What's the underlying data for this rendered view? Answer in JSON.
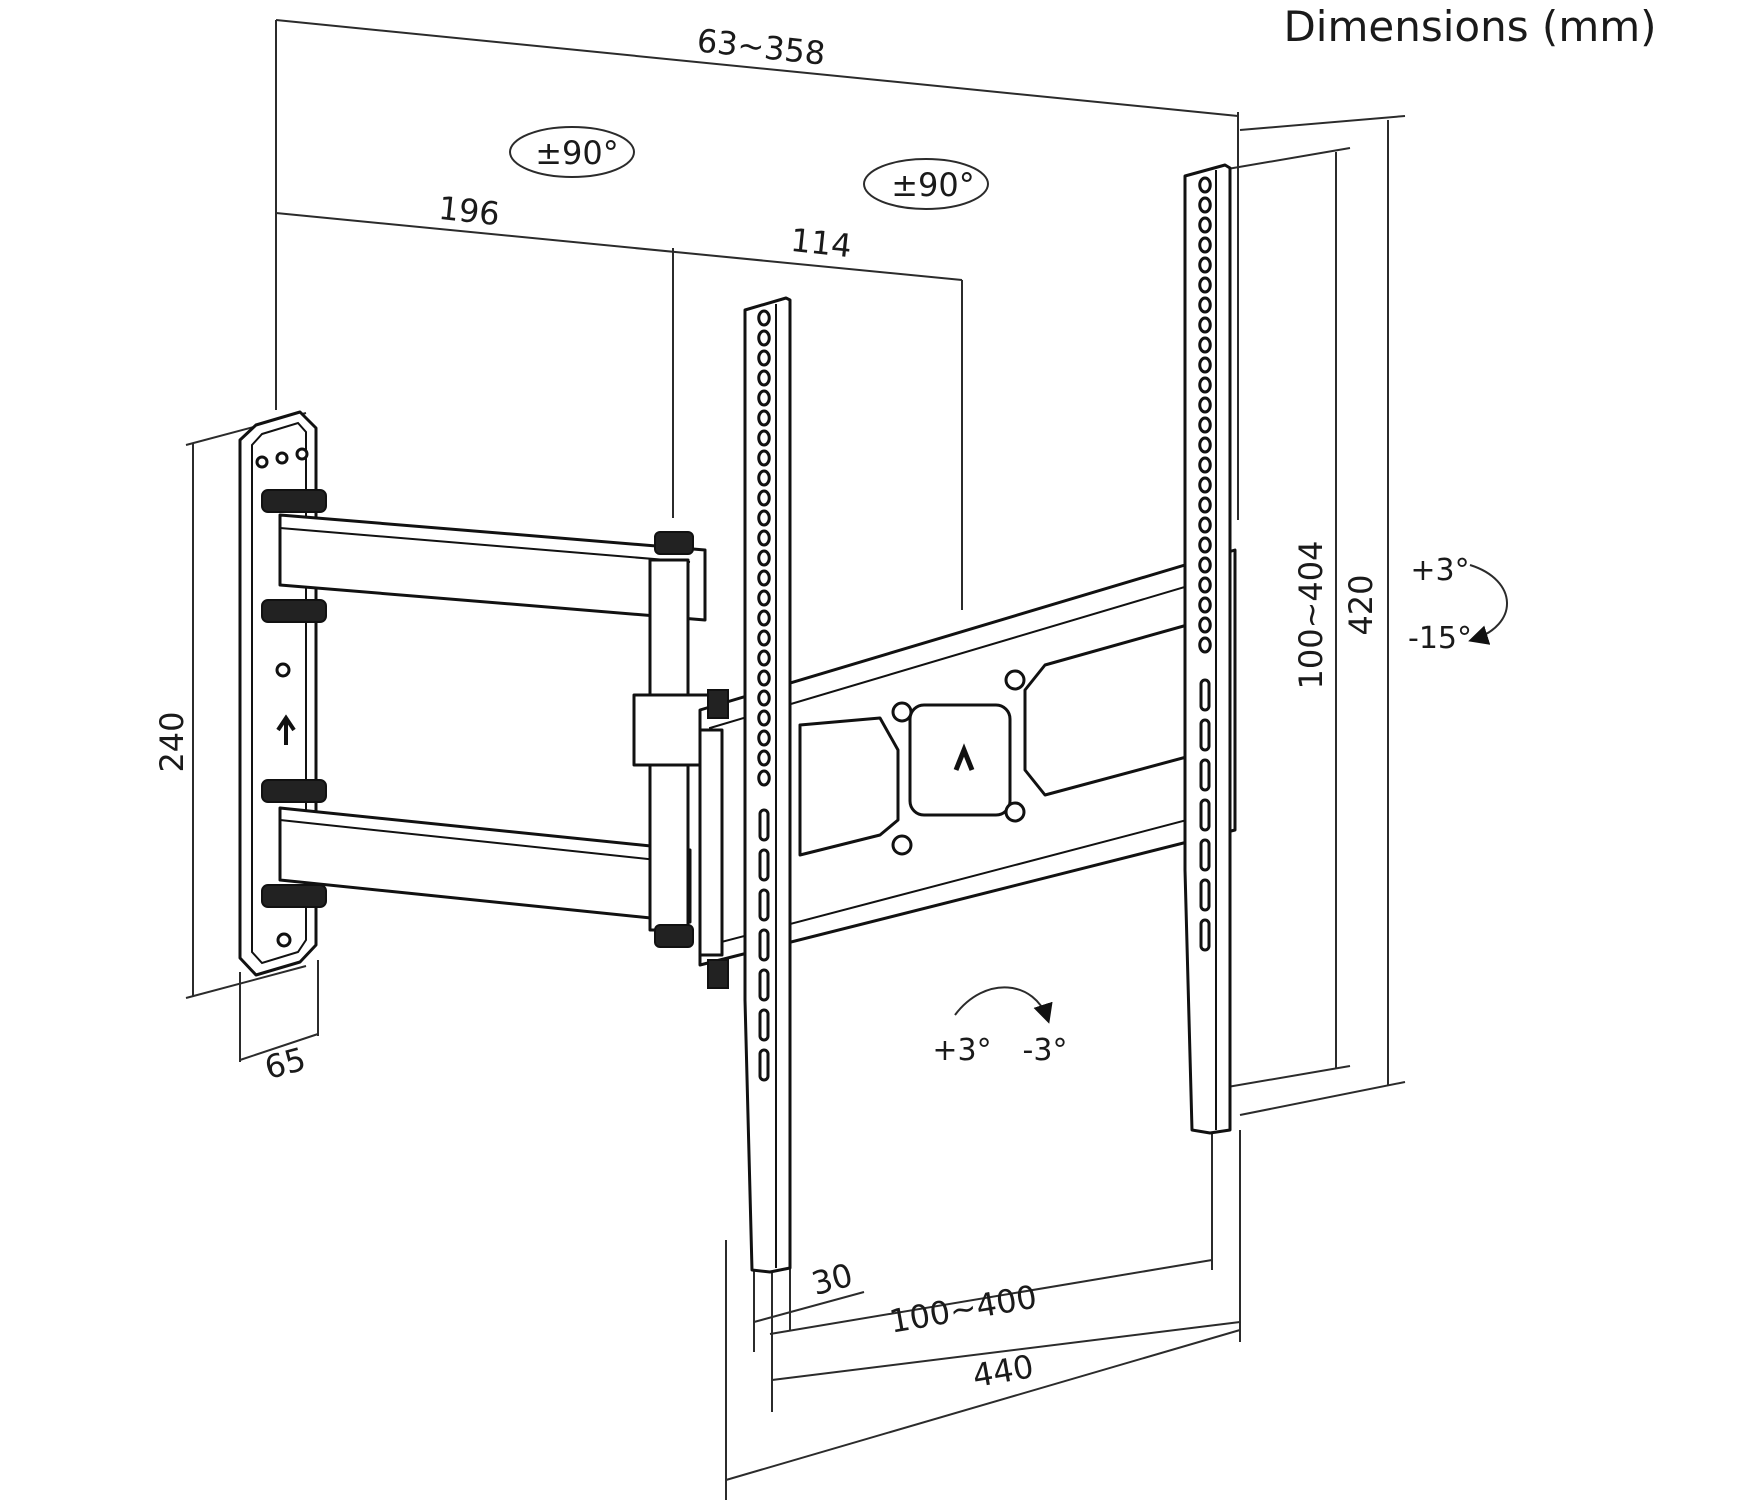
{
  "title": "Dimensions (mm)",
  "dimensions": {
    "arm_reach": "63~358",
    "arm_first_segment": "196",
    "arm_second_segment": "114",
    "wall_plate_height": "240",
    "wall_plate_width": "65",
    "rail_width": "30",
    "vesa_horizontal": "100~400",
    "max_width": "440",
    "vesa_vertical": "100~404",
    "max_height": "420"
  },
  "rotations": {
    "swivel_wall": "±90°",
    "swivel_tv": "±90°",
    "tilt_up": "+3°",
    "tilt_down": "-15°",
    "roll_plus": "+3°",
    "roll_minus": "-3°"
  },
  "icons": {
    "logo": "brand-logo-icon",
    "arrow": "up-arrow-icon",
    "rotation": "rotation-arrow-icon"
  }
}
